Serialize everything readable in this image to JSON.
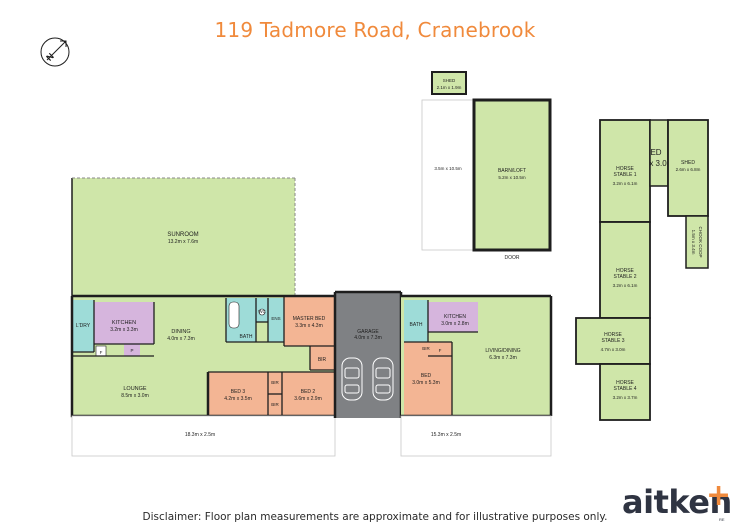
{
  "title": "119 Tadmore Road, Cranebrook",
  "compass_letter": "N",
  "colors": {
    "title": "#f08a3c",
    "living": "#cfe6a9",
    "kitchen": "#d6b5dd",
    "wet": "#9edcd8",
    "bedroom": "#f3b594",
    "garage": "#7f8184",
    "outdoor": "#ffffff",
    "brand": "#2f3442"
  },
  "rooms": {
    "sunroom": {
      "name": "SUNROOM",
      "dims": "13.2m x 7.6m"
    },
    "ldry": {
      "name": "L'DRY"
    },
    "kitchen_main": {
      "name": "KITCHEN",
      "dims": "3.2m x 3.3m"
    },
    "dining": {
      "name": "DINING",
      "dims": "4.0m x 7.3m"
    },
    "lounge": {
      "name": "LOUNGE",
      "dims": "8.5m x 3.0m"
    },
    "bath_main": {
      "name": "BATH"
    },
    "wc": {
      "name": "WC"
    },
    "ens": {
      "name": "ENS"
    },
    "master_bed": {
      "name": "MASTER BED",
      "dims": "3.3m x 4.3m"
    },
    "bir_master": {
      "name": "BIR"
    },
    "bed3": {
      "name": "BED 3",
      "dims": "4.2m x 3.5m"
    },
    "bir_1": {
      "name": "BIR"
    },
    "bir_2": {
      "name": "BIR"
    },
    "bed2": {
      "name": "BED 2",
      "dims": "3.6m x 2.9m"
    },
    "garage": {
      "name": "GARAGE",
      "dims": "4.0m x 7.3m"
    },
    "bath_flat": {
      "name": "BATH"
    },
    "kitchen_flat": {
      "name": "KITCHEN",
      "dims": "3.0m x 2.8m"
    },
    "bir_flat": {
      "name": "BIR"
    },
    "bed_flat": {
      "name": "BED",
      "dims": "3.0m x 5.3m"
    },
    "living_dining": {
      "name": "LIVING/DINING",
      "dims": "6.3m x 7.3m"
    },
    "f1": {
      "name": "F"
    },
    "p1": {
      "name": "P"
    },
    "f2": {
      "name": "F"
    },
    "verandah_main": {
      "dims": "18.3m x 2.5m"
    },
    "verandah_flat": {
      "dims": "15.3m x 2.5m"
    },
    "shed_small": {
      "name": "SHED",
      "dims": "2.1m x 1.9m"
    },
    "open_area": {
      "dims": "3.5m x 10.5m"
    },
    "barn": {
      "name": "BARN/LOFT",
      "dims": "5.2m x 10.5m"
    },
    "door": {
      "name": "DOOR"
    },
    "shed_partial": {
      "name": "ED",
      "dims": "x 3.0"
    },
    "shed_right": {
      "name": "SHED",
      "dims": "2.6m x 6.8m"
    },
    "stable1": {
      "name": "HORSE\nSTABLE 1",
      "dims": "3.2m x 6.1m"
    },
    "stable2": {
      "name": "HORSE\nSTABLE 2",
      "dims": "3.2m x 6.1m"
    },
    "stable3": {
      "name": "HORSE\nSTABLE 3",
      "dims": "4.7m x 3.0m"
    },
    "stable4": {
      "name": "HORSE\nSTABLE 4",
      "dims": "3.2m x 3.7m"
    },
    "chook": {
      "name": "CHOOK COOP",
      "dims": "1.5m x 3.4m"
    }
  },
  "disclaimer": "Disclaimer: Floor plan measurements are approximate and for illustrative purposes only.",
  "brand": {
    "name": "aitken",
    "suffix": "RE"
  }
}
